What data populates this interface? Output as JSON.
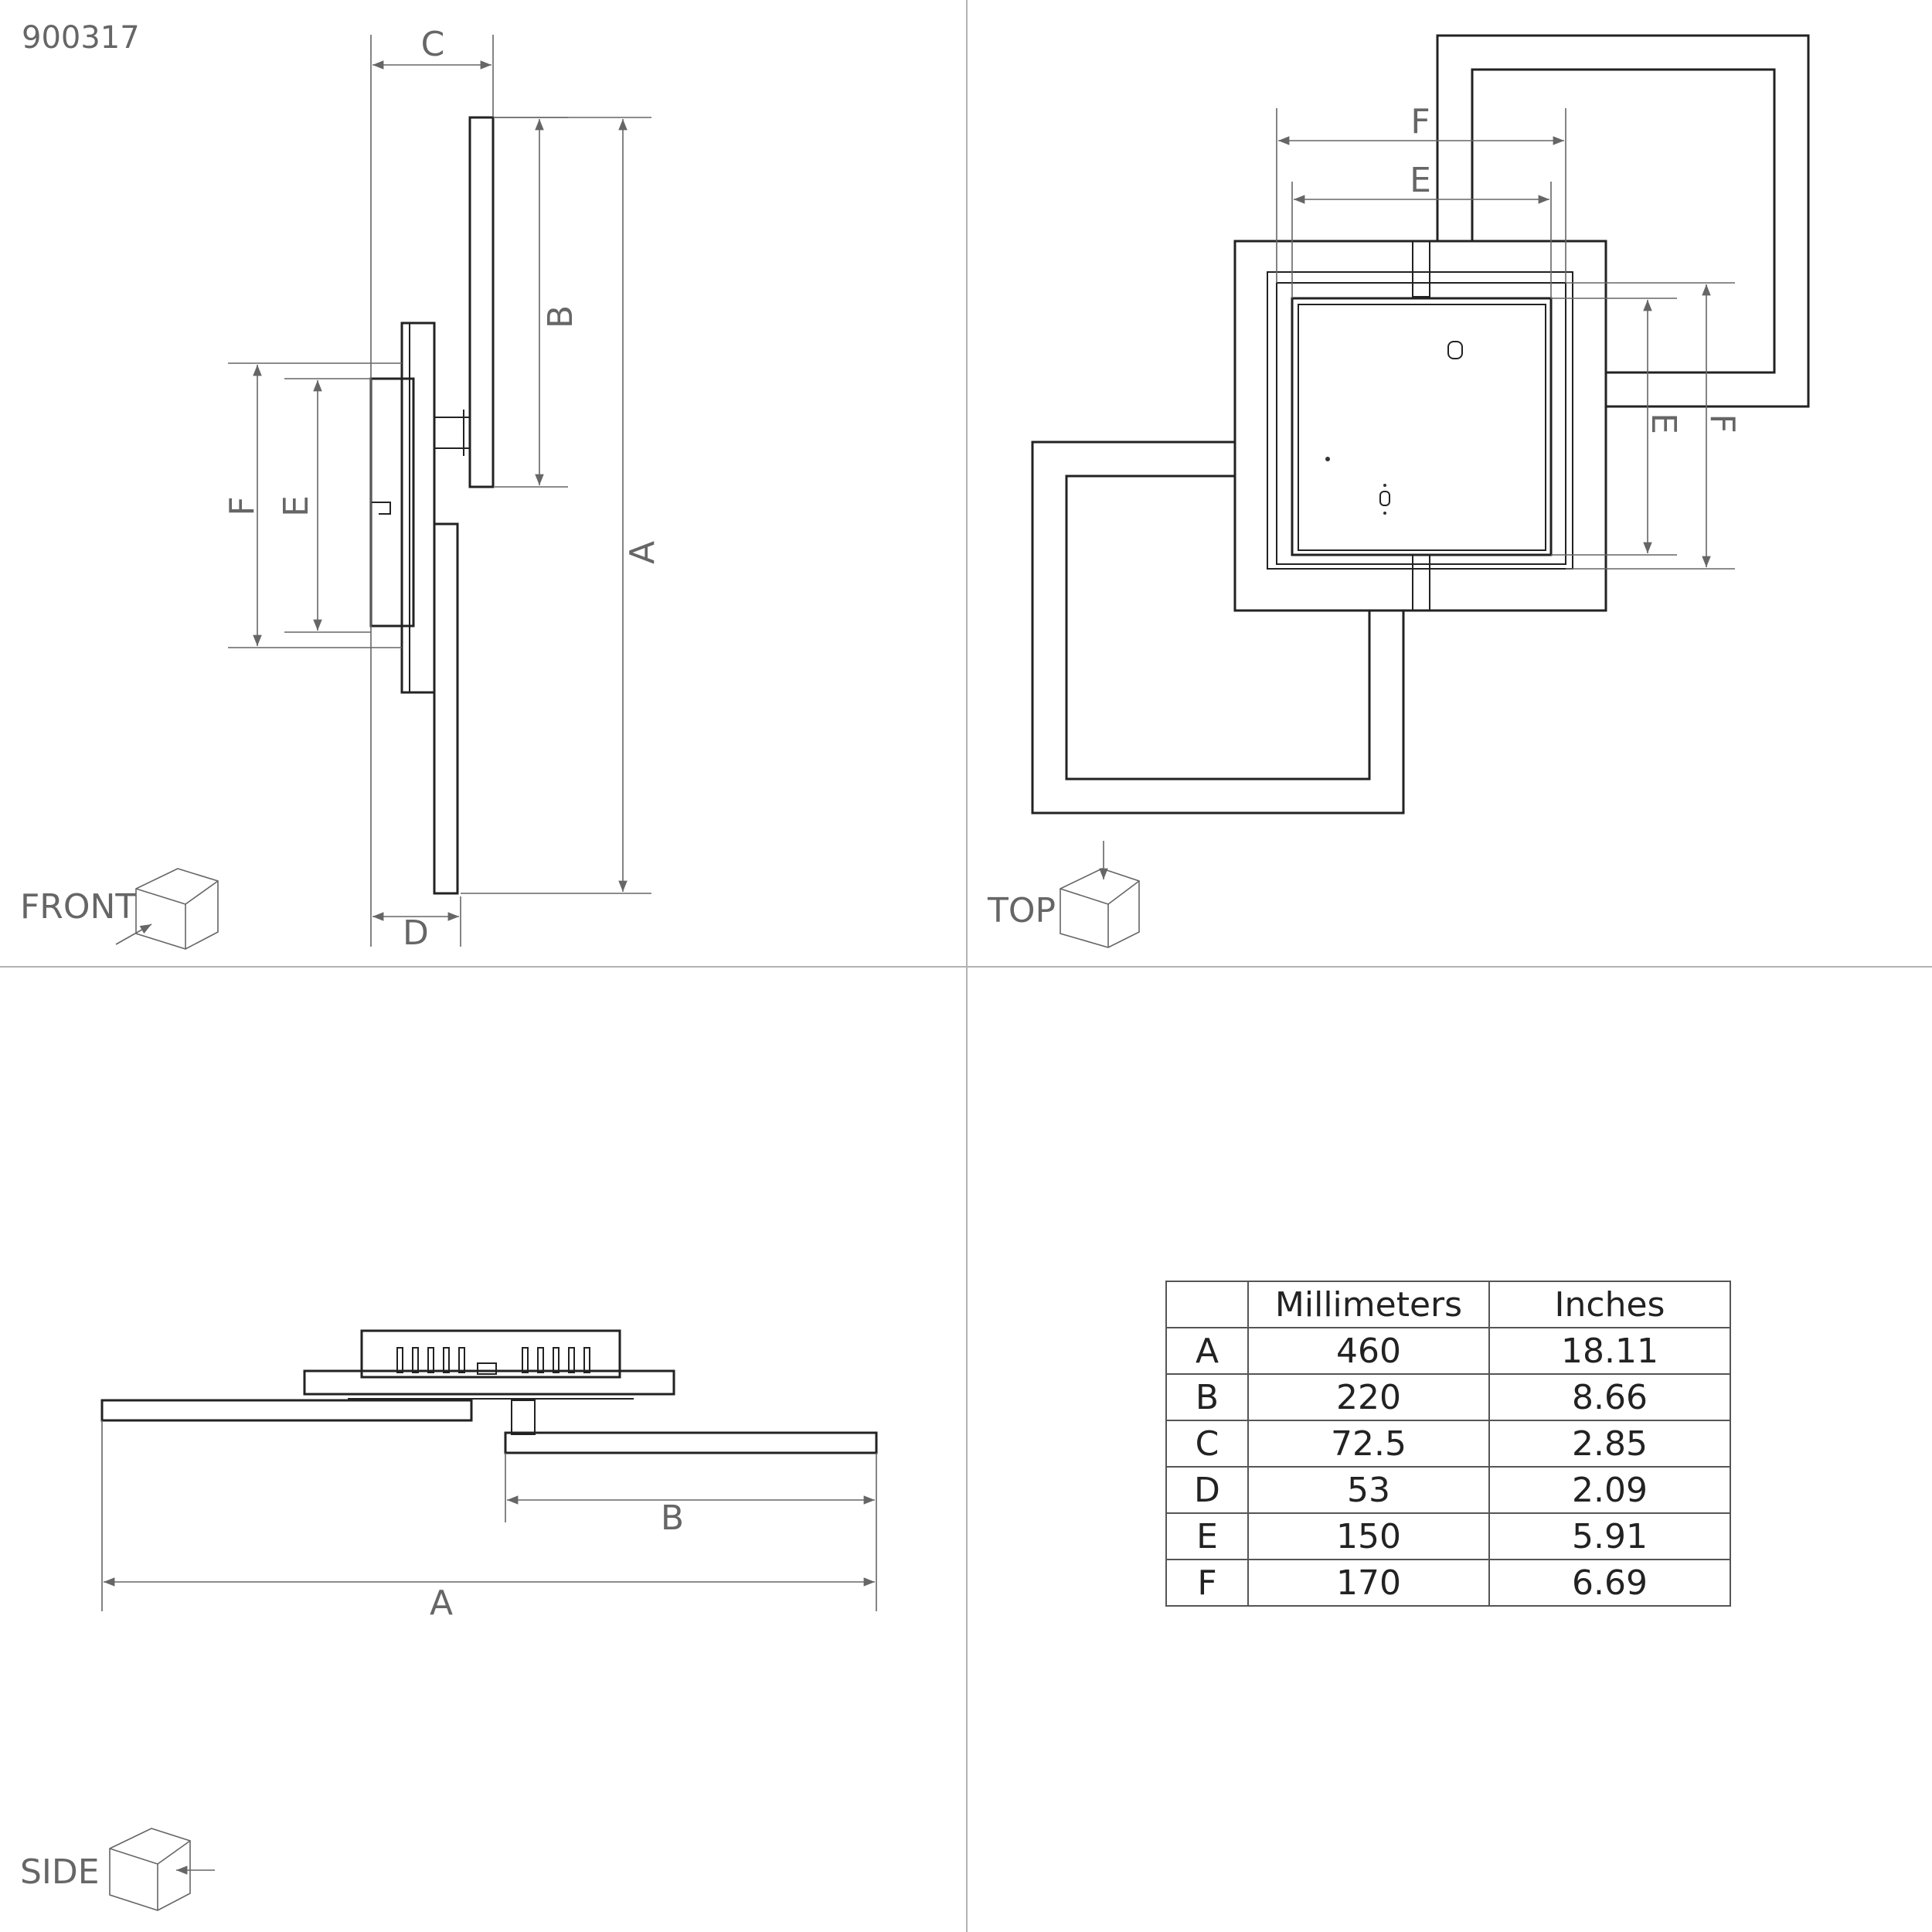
{
  "product_code": "900317",
  "views": {
    "front": "FRONT",
    "top": "TOP",
    "side": "SIDE"
  },
  "dimension_letters": {
    "A": "A",
    "B": "B",
    "C": "C",
    "D": "D",
    "E": "E",
    "F": "F"
  },
  "table": {
    "headers": [
      "",
      "Millimeters",
      "Inches"
    ],
    "rows": [
      {
        "letter": "A",
        "mm": "460",
        "in": "18.11"
      },
      {
        "letter": "B",
        "mm": "220",
        "in": "8.66"
      },
      {
        "letter": "C",
        "mm": "72.5",
        "in": "2.85"
      },
      {
        "letter": "D",
        "mm": "53",
        "in": "2.09"
      },
      {
        "letter": "E",
        "mm": "150",
        "in": "5.91"
      },
      {
        "letter": "F",
        "mm": "170",
        "in": "6.69"
      }
    ]
  },
  "icons": [
    "view-cube-icon",
    "view-arrow-icon"
  ]
}
